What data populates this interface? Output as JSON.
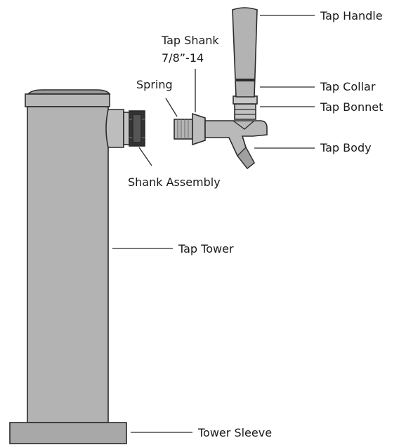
{
  "labels": {
    "tap_handle": "Tap Handle",
    "tap_shank_line1": "Tap Shank",
    "tap_shank_line2": "7/8”-14",
    "spring": "Spring",
    "tap_collar": "Tap Collar",
    "tap_bonnet": "Tap Bonnet",
    "tap_body": "Tap Body",
    "shank_assembly": "Shank Assembly",
    "tap_tower": "Tap Tower",
    "tower_sleeve": "Tower Sleeve"
  },
  "colors": {
    "part_fill": "#b3b3b3",
    "part_fill_light": "#c8c8c8",
    "part_fill_dark": "#8c8c8c",
    "outline": "#2b2b2b",
    "text": "#1a1a1a"
  }
}
